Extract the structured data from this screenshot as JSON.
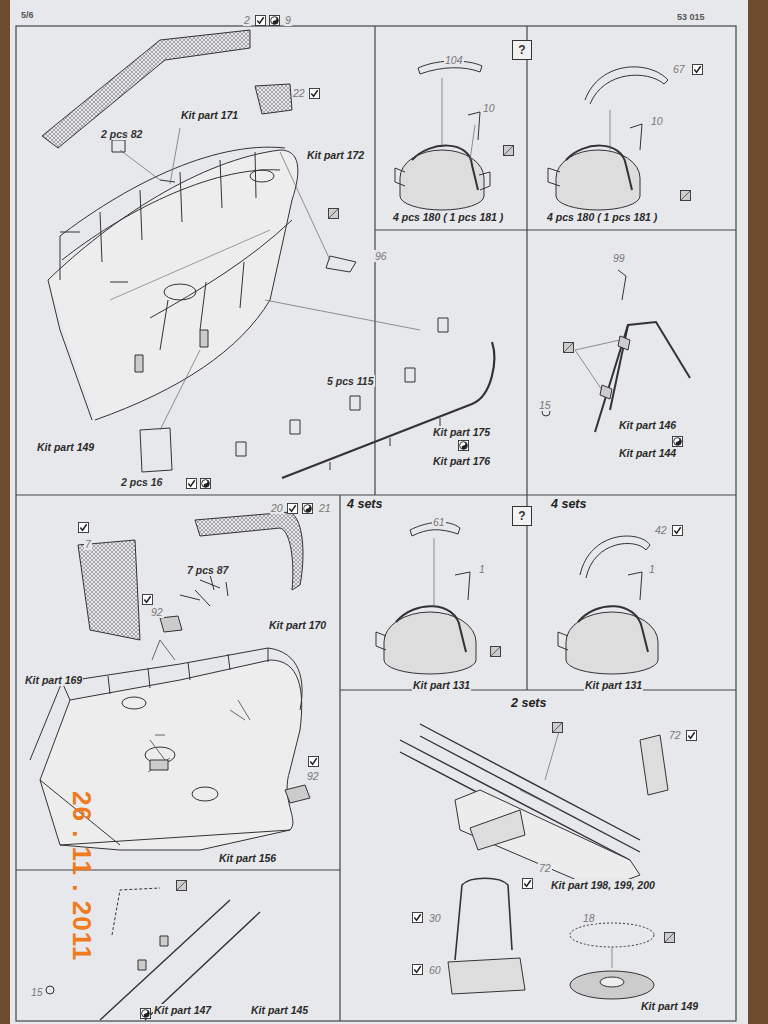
{
  "diagram": {
    "nodes": [
      {
        "text": [
          "?"
        ]
      },
      {
        "text": [
          "?"
        ]
      }
    ],
    "labels": [
      "5/6",
      "53 015",
      "2",
      "9",
      "22",
      "Kit part 171",
      "2 pcs 82",
      "Kit part 172",
      "96",
      "5 pcs 115",
      "Kit part 175",
      "Kit part 176",
      "Kit part 149",
      "2 pcs 16",
      "104",
      "10",
      "4 pcs 180 ( 1 pcs 181 )",
      "67",
      "10",
      "4 pcs 180 ( 1 pcs 181 )",
      "99",
      "15",
      "Kit part 146",
      "Kit part 144",
      "20",
      "21",
      "7",
      "7 pcs 87",
      "92",
      "Kit part 170",
      "Kit part 169",
      "92",
      "Kit part 156",
      "4 sets",
      "61",
      "1",
      "Kit part 131",
      "4 sets",
      "42",
      "1",
      "Kit part 131",
      "2 sets",
      "72",
      "72",
      "Kit part 198, 199, 200",
      "30",
      "60",
      "18",
      "Kit part 149",
      "15",
      "Kit part 147",
      "Kit part 145",
      "26 . 11 . 2011"
    ]
  }
}
